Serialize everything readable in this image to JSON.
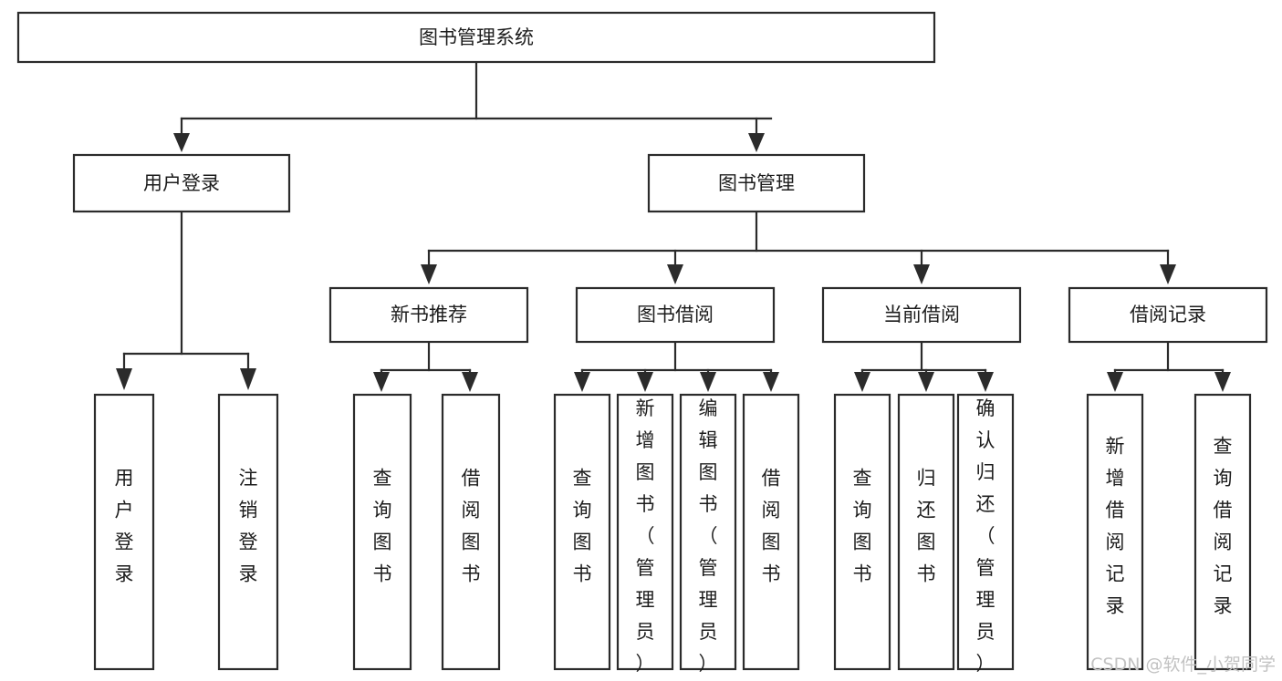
{
  "diagram": {
    "type": "tree-hierarchy",
    "title": "图书管理系统",
    "root": {
      "id": "root",
      "label": "图书管理系统"
    },
    "level2": [
      {
        "id": "user-login",
        "label": "用户登录"
      },
      {
        "id": "book-management",
        "label": "图书管理"
      }
    ],
    "level3": [
      {
        "id": "new-book-recommend",
        "label": "新书推荐"
      },
      {
        "id": "book-borrow",
        "label": "图书借阅"
      },
      {
        "id": "current-borrow",
        "label": "当前借阅"
      },
      {
        "id": "borrow-record",
        "label": "借阅记录"
      }
    ],
    "leaves": {
      "user-login": [
        {
          "id": "leaf-user-login",
          "label": "用户登录"
        },
        {
          "id": "leaf-user-logout",
          "label": "注销登录"
        }
      ],
      "new-book-recommend": [
        {
          "id": "leaf-query-book-1",
          "label": "查询图书"
        },
        {
          "id": "leaf-borrow-book-1",
          "label": "借阅图书"
        }
      ],
      "book-borrow": [
        {
          "id": "leaf-query-book-2",
          "label": "查询图书"
        },
        {
          "id": "leaf-add-book",
          "label": "新增图书（管理员）"
        },
        {
          "id": "leaf-edit-book",
          "label": "编辑图书（管理员）"
        },
        {
          "id": "leaf-borrow-book-2",
          "label": "借阅图书"
        }
      ],
      "current-borrow": [
        {
          "id": "leaf-query-book-3",
          "label": "查询图书"
        },
        {
          "id": "leaf-return-book",
          "label": "归还图书"
        },
        {
          "id": "leaf-confirm-return",
          "label": "确认归还（管理员）"
        }
      ],
      "borrow-record": [
        {
          "id": "leaf-add-record",
          "label": "新增借阅记录"
        },
        {
          "id": "leaf-query-record",
          "label": "查询借阅记录"
        }
      ]
    }
  },
  "watermark": {
    "text": "CSDN @软件_小贺同学"
  },
  "colors": {
    "box_stroke": "#2b2b2b",
    "box_fill": "#ffffff",
    "text": "#1c1c1c",
    "watermark": "#c2c2c2",
    "background": "#ffffff"
  }
}
